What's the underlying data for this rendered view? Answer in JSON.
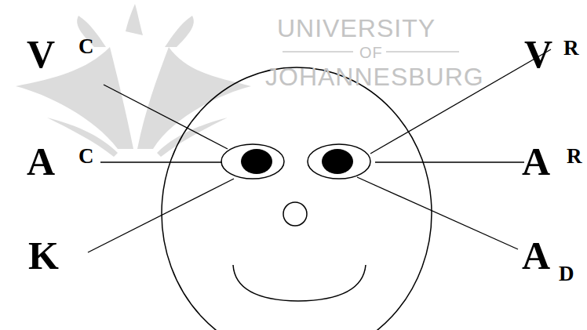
{
  "diagram": {
    "labels": [
      "V",
      "C",
      "UNIVERSITY",
      "V",
      "R",
      "OF",
      "A",
      "C",
      "JOHANNESBURG",
      "A",
      "R",
      "K",
      "A",
      "D"
    ]
  }
}
